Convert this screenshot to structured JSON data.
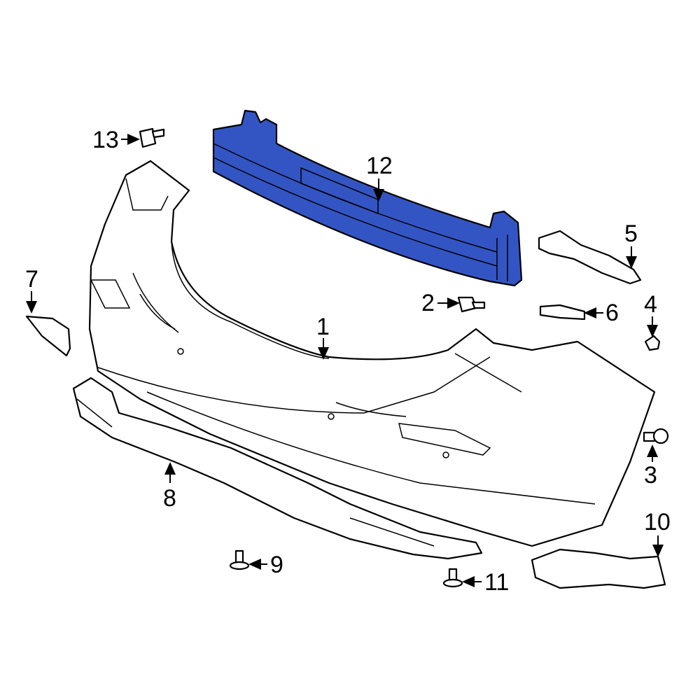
{
  "diagram": {
    "highlight_color": "#3355c4",
    "parts": [
      {
        "callout": "1",
        "part": "bumper-cover"
      },
      {
        "callout": "2",
        "part": "bolt"
      },
      {
        "callout": "3",
        "part": "clip"
      },
      {
        "callout": "4",
        "part": "nut"
      },
      {
        "callout": "5",
        "part": "side-bracket"
      },
      {
        "callout": "6",
        "part": "retainer"
      },
      {
        "callout": "7",
        "part": "reflector"
      },
      {
        "callout": "8",
        "part": "lower-valance"
      },
      {
        "callout": "9",
        "part": "bolt"
      },
      {
        "callout": "10",
        "part": "splash-shield"
      },
      {
        "callout": "11",
        "part": "bolt"
      },
      {
        "callout": "12",
        "part": "impact-bar",
        "highlighted": true
      },
      {
        "callout": "13",
        "part": "bolt"
      }
    ]
  }
}
